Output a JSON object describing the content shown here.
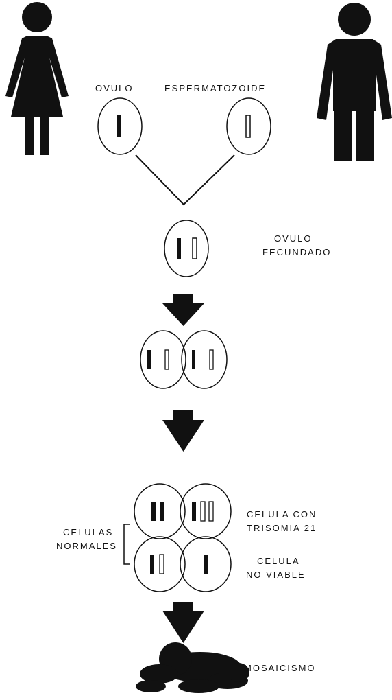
{
  "labels": {
    "ovulo": "OVULO",
    "espermatozoide": "ESPERMATOZOIDE",
    "ovulo_fecundado_line1": "OVULO",
    "ovulo_fecundado_line2": "FECUNDADO",
    "celulas_normales_line1": "CELULAS",
    "celulas_normales_line2": "NORMALES",
    "celula_trisomia_line1": "CELULA CON",
    "celula_trisomia_line2": "TRISOMIA 21",
    "celula_no_viable_line1": "CELULA",
    "celula_no_viable_line2": "NO VIABLE",
    "mosaicismo": "MOSAICISMO"
  },
  "colors": {
    "ink": "#111111",
    "paper": "#ffffff"
  },
  "icons": {
    "female": "female-figure-icon",
    "male": "male-figure-icon",
    "baby": "crawling-baby-icon",
    "arrow": "down-arrow-icon"
  }
}
